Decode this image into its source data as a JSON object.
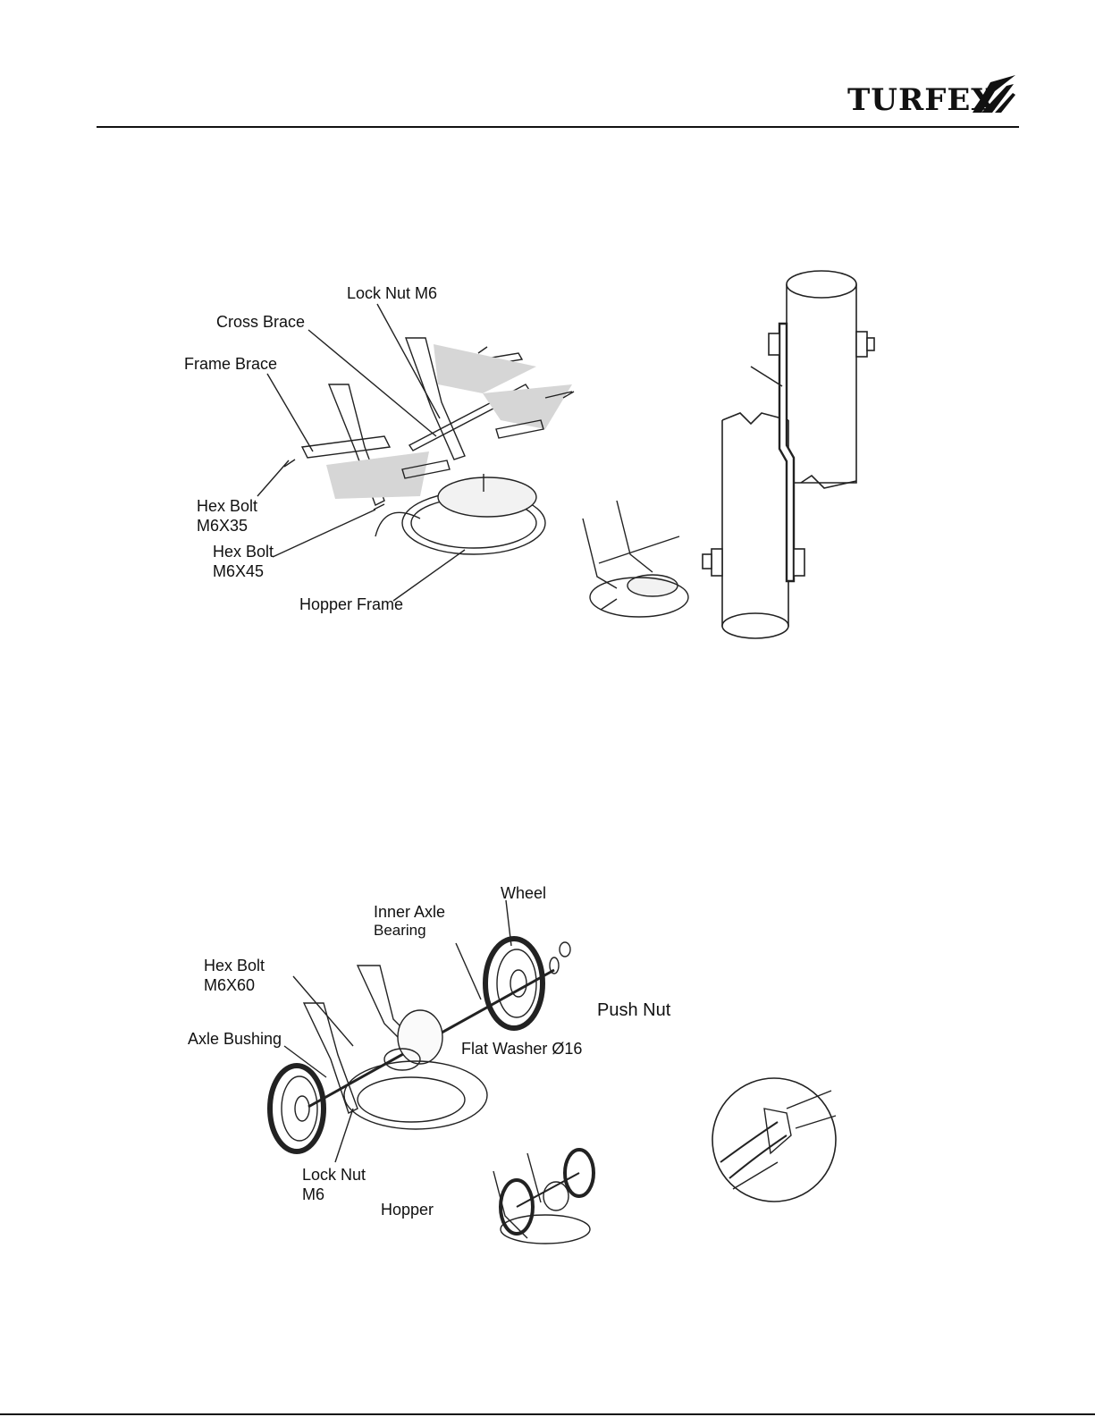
{
  "header": {
    "logo_text": "TURFEX"
  },
  "figure1": {
    "labels": {
      "lock_nut": "Lock Nut M6",
      "cross_brace": "Cross Brace",
      "frame_brace": "Frame Brace",
      "hex_bolt_35_line1": "Hex Bolt",
      "hex_bolt_35_line2": "M6X35",
      "hex_bolt_45_line1": "Hex Bolt",
      "hex_bolt_45_line2": "M6X45",
      "hopper_frame": "Hopper Frame"
    }
  },
  "figure2": {
    "labels": {
      "wheel": "Wheel",
      "inner_axle_line1": "Inner Axle",
      "inner_axle_line2": "Bearing",
      "hex_bolt_60_line1": "Hex Bolt",
      "hex_bolt_60_line2": "M6X60",
      "push_nut": "Push Nut",
      "axle_bushing": "Axle Bushing",
      "flat_washer": "Flat Washer Ø16",
      "lock_nut_line1": "Lock Nut",
      "lock_nut_line2": "M6",
      "hopper": "Hopper"
    }
  }
}
